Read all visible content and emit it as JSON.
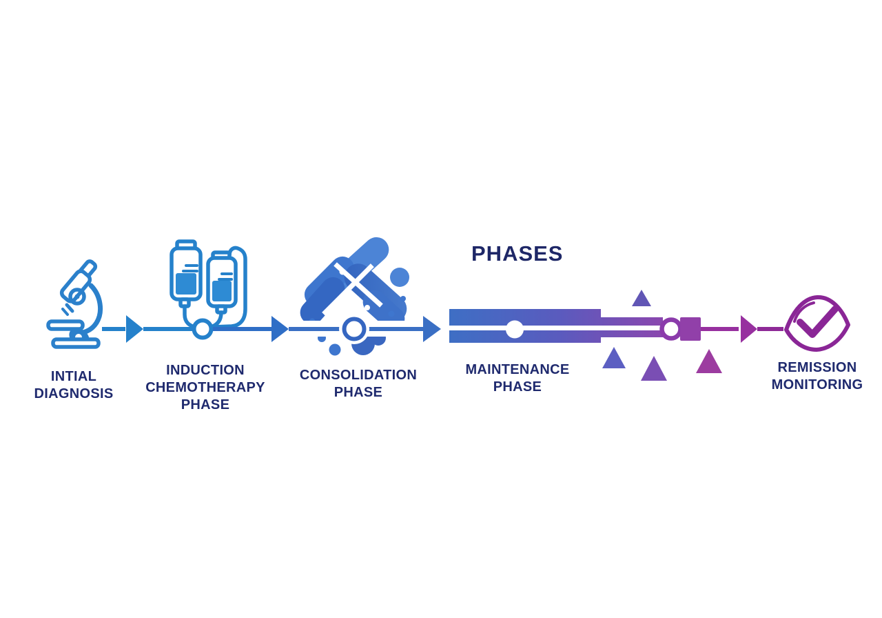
{
  "title": "PHASES",
  "diagram": {
    "type": "treatment-timeline",
    "direction": "left-to-right",
    "steps": [
      {
        "label": "INTIAL\nDIAGNOSIS",
        "icon": "microscope-icon",
        "color": "#2581CB"
      },
      {
        "label": "INDUCTION\nCHEMOTHERAPY\nPHASE",
        "icon": "iv-bags-icon",
        "color": "#2B74C7"
      },
      {
        "label": "CONSOLIDATION\nPHASE",
        "icon": "pills-icon",
        "color": "#3566C1"
      },
      {
        "label": "MAINTENANCE\nPHASE",
        "icon": "timeline-bar-icon",
        "color": "#6A55B9"
      },
      {
        "label": "REMISSION\nMONITORING",
        "icon": "eye-check-icon",
        "color": "#8A2696"
      }
    ]
  },
  "colors": {
    "text": "#1F2A6E",
    "title": "#1E2767",
    "blue": "#2581CB",
    "blue_mid": "#2F6EC6",
    "blue_deep": "#3A6FC4",
    "bar_start": "#3C70C5",
    "bar_end": "#9B3FA8",
    "purple": "#97309F",
    "purple_line": "#8E2A97",
    "eye": "#8A2696",
    "liquid": "#2E8BD4",
    "triangle_top": "#6156B5",
    "triangle_left": "#5C5FC2",
    "triangle_mid": "#7A4EB4",
    "triangle_right": "#9C3CA0"
  }
}
